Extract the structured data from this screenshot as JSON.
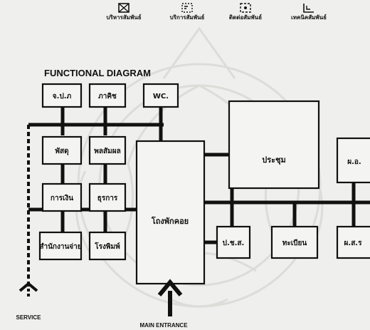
{
  "legend": [
    {
      "label": "บริหารสัมพันธ์",
      "icon": "crossed-box-icon"
    },
    {
      "label": "บริการสัมพันธ์",
      "icon": "dotted-corner-box-icon"
    },
    {
      "label": "ติดต่อสัมพันธ์",
      "icon": "dotted-box-icon"
    },
    {
      "label": "เทคนิคสัมพันธ์",
      "icon": "corner-box-icon"
    }
  ],
  "title": "FUNCTIONAL DIAGRAM",
  "rooms": {
    "jpk": "จ.ป.ภ",
    "pakwicha": "ภาคิช",
    "wc": "WC.",
    "pasadu": "พัสดุ",
    "prachasamphan": "พลสัมผล",
    "karnngoen": "การเงิน",
    "thurakarn": "ธุรการ",
    "samnakngan": "สำนักงานจ่าย",
    "rongphim": "โรงพิมพ์",
    "lobby": "โถงพักคอย",
    "prachum": "ประชุม",
    "pso": "ป.ช.ส.",
    "thabian": "ทะเบียน",
    "ao": "ผ.อ.",
    "hsr": "ผ.ส.ร"
  },
  "labels": {
    "service": "SERVICE",
    "main_entrance": "MAIN ENTRANCE"
  }
}
